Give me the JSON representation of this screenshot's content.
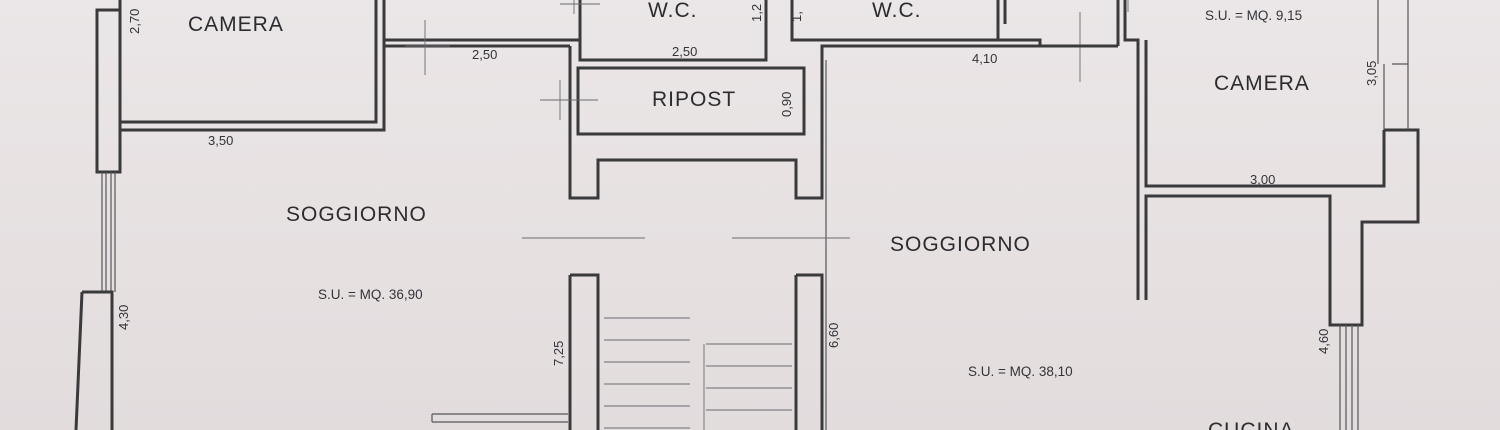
{
  "rooms": {
    "camera_left": "CAMERA",
    "wc_left": "W.C.",
    "wc_right": "W.C.",
    "ripost": "RIPOST",
    "soggiorno_left": "SOGGIORNO",
    "soggiorno_right": "SOGGIORNO",
    "camera_right": "CAMERA",
    "cucina": "CUCINA"
  },
  "areas": {
    "camera_right": "S.U. = MQ.  9,15",
    "soggiorno_left": "S.U. = MQ. 36,90",
    "soggiorno_right": "S.U. = MQ. 38,10"
  },
  "dimensions": {
    "camera_left_h": "2,70",
    "camera_left_w": "3,50",
    "corridor_w": "2,50",
    "wc_left_w": "2,50",
    "wc_left_h": "1,2",
    "wc_right_h": "1,",
    "ripost_h": "0,90",
    "soggiorno_right_w": "4,10",
    "camera_right_h": "3,05",
    "camera_right_w": "3,00",
    "soggiorno_left_h": "4,30",
    "stair_left_h": "7,25",
    "stair_right_h": "6,60",
    "cucina_h": "4,60"
  },
  "colors": {
    "paper": "#e9e4e5",
    "ink": "#3a3a3c"
  }
}
